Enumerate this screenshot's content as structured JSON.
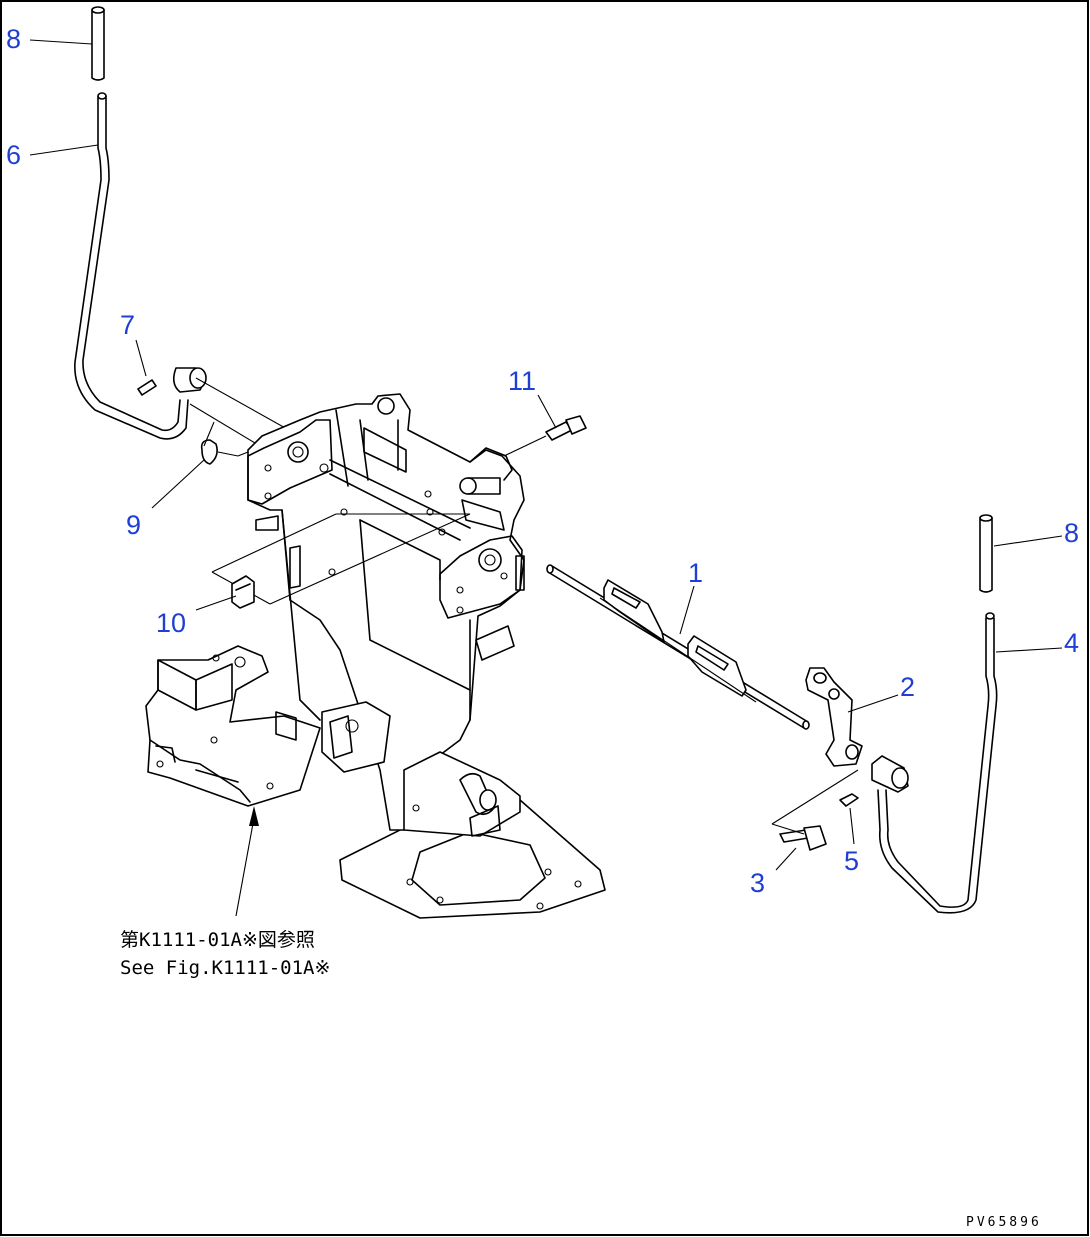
{
  "diagram": {
    "labels": {
      "l1": "1",
      "l2": "2",
      "l3": "3",
      "l4": "4",
      "l5": "5",
      "l6": "6",
      "l7": "7",
      "l8_left": "8",
      "l8_right": "8",
      "l9": "9",
      "l10": "10",
      "l11": "11"
    },
    "note_jp": "第K1111-01A※図参照",
    "note_en": "See Fig.K1111-01A※",
    "drawing_code": "PV65896",
    "label_color": "#1f3fd4"
  }
}
